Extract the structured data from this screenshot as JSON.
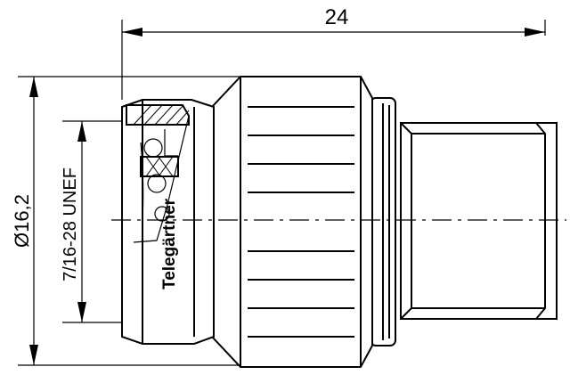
{
  "dimensions": {
    "length": "24",
    "diameter": "Ø16,2",
    "thread": "7/16-28 UNEF"
  },
  "logo": "Telegärtner"
}
